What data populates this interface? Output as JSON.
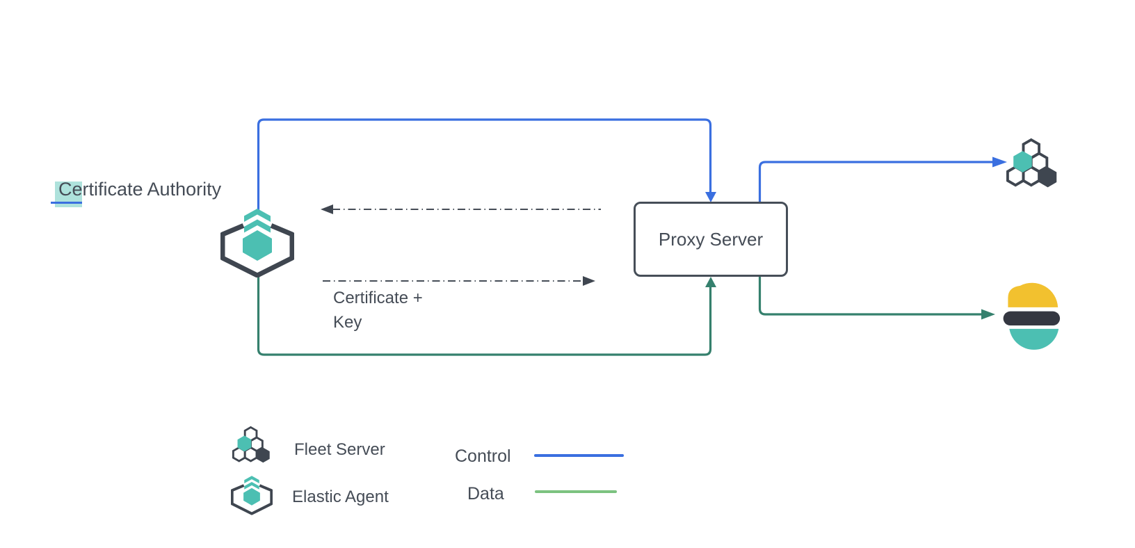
{
  "nodes": {
    "certificate_authority": {
      "label": "Certificate Authority",
      "icon": "elastic-agent-icon"
    },
    "proxy_server": {
      "label": "Proxy Server"
    },
    "fleet_server": {
      "icon": "fleet-server-icon"
    },
    "elasticsearch": {
      "icon": "elasticsearch-logo"
    }
  },
  "annotations": {
    "certificate_key": "Certificate +\nKey"
  },
  "legend": {
    "items": [
      {
        "icon": "fleet-server-icon",
        "label": "Fleet Server"
      },
      {
        "icon": "elastic-agent-icon",
        "label": "Elastic Agent"
      }
    ],
    "flows": [
      {
        "label": "Control",
        "color": "#3A6FE0"
      },
      {
        "label": "Data",
        "color": "#7CC280"
      }
    ]
  },
  "colors": {
    "control_line": "#3A6FE0",
    "data_line": "#35806D",
    "legend_data_line": "#7CC280",
    "teal": "#4CBFB2",
    "yellow": "#F2C12F",
    "icon_dark": "#3F4650",
    "text": "#454C56",
    "dashed_line": "#454C56",
    "selection_highlight": "#4CBFB2"
  }
}
